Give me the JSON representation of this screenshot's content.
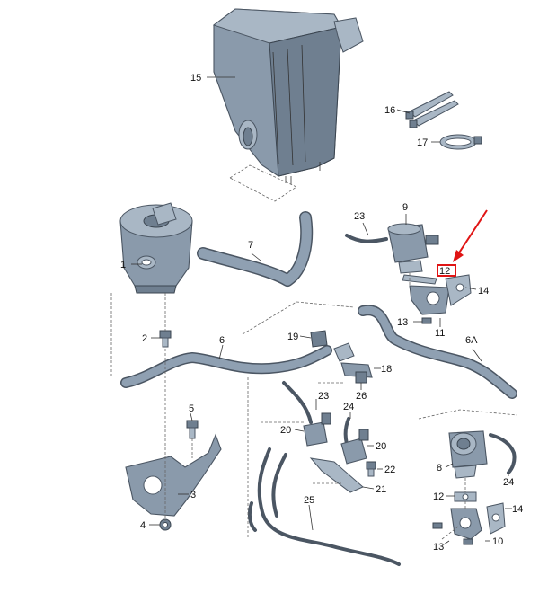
{
  "callouts": {
    "c1": "1",
    "c2": "2",
    "c3": "3",
    "c4": "4",
    "c5": "5",
    "c6": "6",
    "c6a": "6A",
    "c7": "7",
    "c8": "8",
    "c9": "9",
    "c10": "10",
    "c11": "11",
    "c12a": "12",
    "c12b": "12",
    "c13a": "13",
    "c13b": "13",
    "c14a": "14",
    "c14b": "14",
    "c15": "15",
    "c16": "16",
    "c17": "17",
    "c18": "18",
    "c19": "19",
    "c20a": "20",
    "c20b": "20",
    "c21": "21",
    "c22": "22",
    "c23a": "23",
    "c23b": "23",
    "c24a": "24",
    "c24b": "24",
    "c25": "25",
    "c26": "26"
  },
  "colors": {
    "part": "#8a9aab",
    "outline": "#4b5663",
    "highlight": "#e01414"
  }
}
